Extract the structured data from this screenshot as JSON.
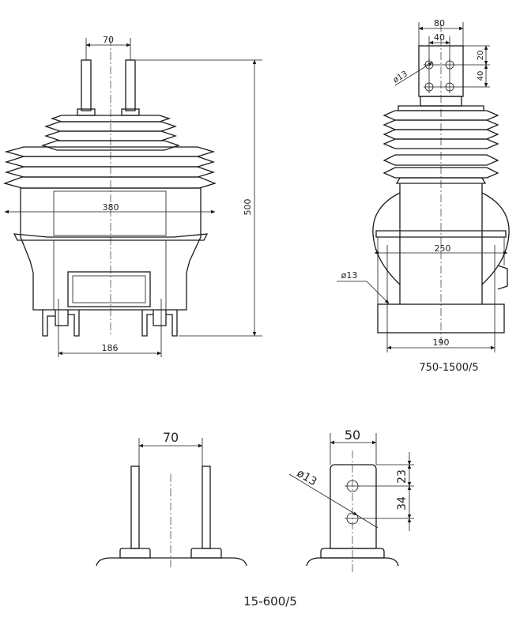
{
  "views": {
    "front": {
      "dims": {
        "terminal_spacing": "70",
        "overall_height": "500",
        "shed_width": "380",
        "base_width": "186"
      }
    },
    "side": {
      "dims": {
        "terminal_width": "80",
        "hole_spacing_h": "40",
        "hole_top_offset": "20",
        "hole_spacing_v": "40",
        "terminal_hole_dia": "ø13",
        "body_width": "250",
        "mount_hole_dia": "ø13",
        "base_width": "190"
      },
      "model_label": "750-1500/5"
    },
    "small_front": {
      "dims": {
        "terminal_spacing": "70"
      }
    },
    "small_side": {
      "dims": {
        "terminal_width": "50",
        "hole_dia": "ø13",
        "hole_top_offset": "23",
        "hole_spacing": "34"
      }
    },
    "bottom_label": "15-600/5"
  }
}
